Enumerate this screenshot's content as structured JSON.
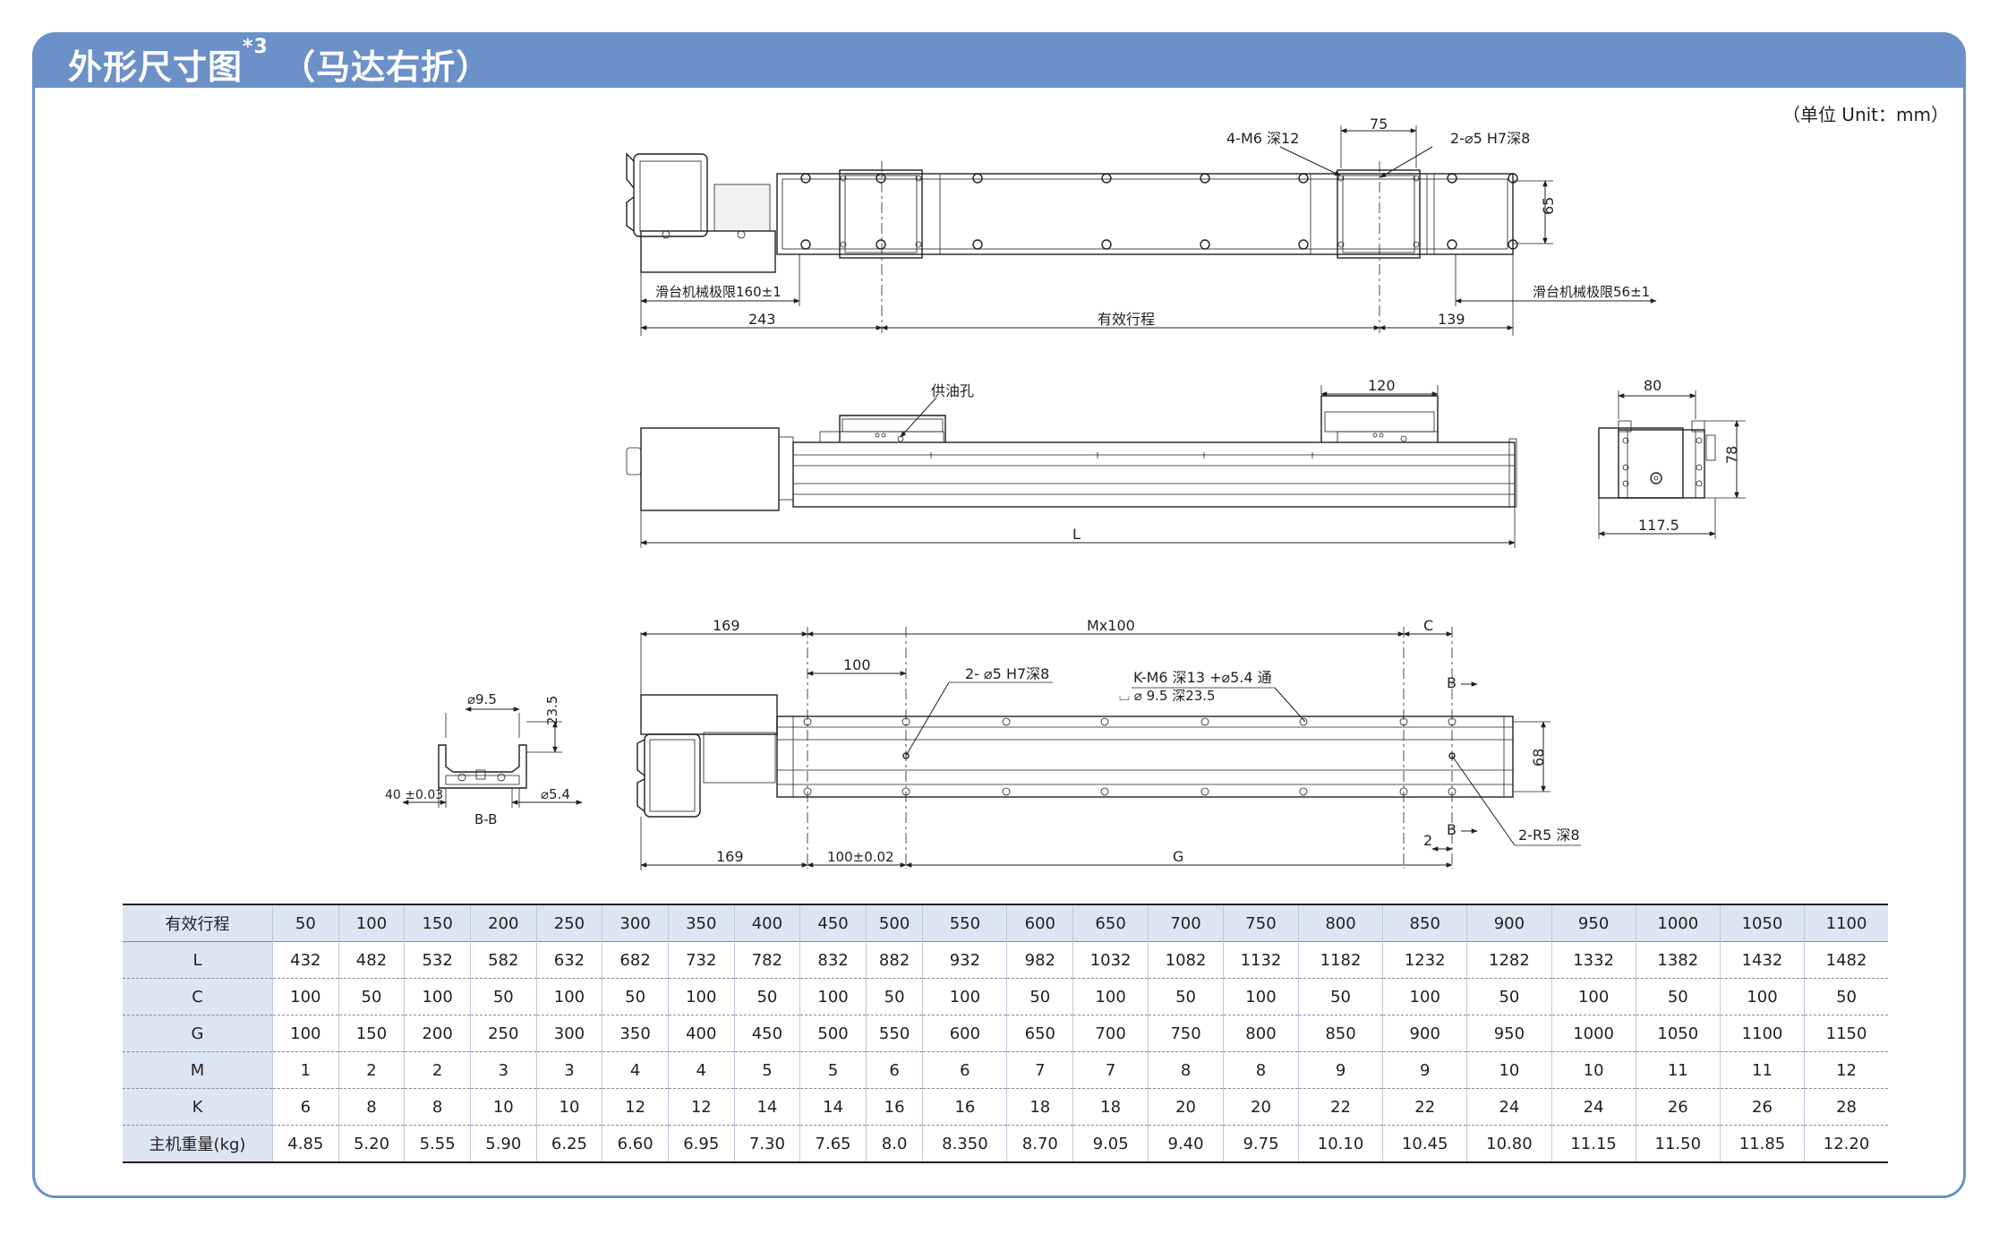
{
  "header": {
    "title": "外形尺寸图",
    "title_sup": "*3",
    "title_suffix": "（马达右折）",
    "unit_note": "（单位 Unit：mm）",
    "bar_color": "#6b91c8"
  },
  "top_view": {
    "label_4m6": "4-M6 深12",
    "label_75": "75",
    "label_2phi5": "2-⌀5 H7深8",
    "label_65": "65",
    "label_stop_left": "滑台机械极限160±1",
    "label_stop_right": "滑台机械极限56±1",
    "label_243": "243",
    "label_stroke": "有效行程",
    "label_139": "139"
  },
  "side_view": {
    "label_oil": "供油孔",
    "label_120": "120",
    "label_L": "L"
  },
  "end_view": {
    "label_80": "80",
    "label_78": "78",
    "label_1175": "117.5"
  },
  "bottom_view": {
    "label_169_top": "169",
    "label_mx100": "Mx100",
    "label_C": "C",
    "label_100": "100",
    "label_2phi5": "2- ⌀5 H7深8",
    "label_km6": "K-M6 深13 +⌀5.4 通",
    "label_km6_b": "⌴ ⌀ 9.5 深23.5",
    "label_B_top": "B",
    "label_B_bottom": "B",
    "label_68": "68",
    "label_2": "2",
    "label_2r5": "2-R5 深8",
    "label_169_bottom": "169",
    "label_100_002": "100±0.02",
    "label_G": "G"
  },
  "section_view": {
    "label_phi95": "⌀9.5",
    "label_235": "23.5",
    "label_40": "40 ±0.03",
    "label_phi54": "⌀5.4",
    "label_bb": "B-B"
  },
  "spec_table": {
    "rows": [
      {
        "label": "有效行程",
        "values": [
          "50",
          "100",
          "150",
          "200",
          "250",
          "300",
          "350",
          "400",
          "450",
          "500",
          "550",
          "600",
          "650",
          "700",
          "750",
          "800",
          "850",
          "900",
          "950",
          "1000",
          "1050",
          "1100"
        ]
      },
      {
        "label": "L",
        "values": [
          "432",
          "482",
          "532",
          "582",
          "632",
          "682",
          "732",
          "782",
          "832",
          "882",
          "932",
          "982",
          "1032",
          "1082",
          "1132",
          "1182",
          "1232",
          "1282",
          "1332",
          "1382",
          "1432",
          "1482"
        ]
      },
      {
        "label": "C",
        "values": [
          "100",
          "50",
          "100",
          "50",
          "100",
          "50",
          "100",
          "50",
          "100",
          "50",
          "100",
          "50",
          "100",
          "50",
          "100",
          "50",
          "100",
          "50",
          "100",
          "50",
          "100",
          "50"
        ]
      },
      {
        "label": "G",
        "values": [
          "100",
          "150",
          "200",
          "250",
          "300",
          "350",
          "400",
          "450",
          "500",
          "550",
          "600",
          "650",
          "700",
          "750",
          "800",
          "850",
          "900",
          "950",
          "1000",
          "1050",
          "1100",
          "1150"
        ]
      },
      {
        "label": "M",
        "values": [
          "1",
          "2",
          "2",
          "3",
          "3",
          "4",
          "4",
          "5",
          "5",
          "6",
          "6",
          "7",
          "7",
          "8",
          "8",
          "9",
          "9",
          "10",
          "10",
          "11",
          "11",
          "12"
        ]
      },
      {
        "label": "K",
        "values": [
          "6",
          "8",
          "8",
          "10",
          "10",
          "12",
          "12",
          "14",
          "14",
          "16",
          "16",
          "18",
          "18",
          "20",
          "20",
          "22",
          "22",
          "24",
          "24",
          "26",
          "26",
          "28"
        ]
      },
      {
        "label": "主机重量(kg)",
        "values": [
          "4.85",
          "5.20",
          "5.55",
          "5.90",
          "6.25",
          "6.60",
          "6.95",
          "7.30",
          "7.65",
          "8.0",
          "8.350",
          "8.70",
          "9.05",
          "9.40",
          "9.75",
          "10.10",
          "10.45",
          "10.80",
          "11.15",
          "11.50",
          "11.85",
          "12.20"
        ]
      }
    ]
  }
}
